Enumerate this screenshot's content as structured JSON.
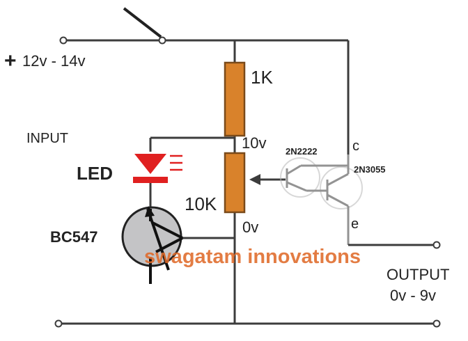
{
  "labels": {
    "supply": "+12v - 14v",
    "input": "INPUT",
    "led": "LED",
    "bc547": "BC547",
    "r1k": "1K",
    "r10k": "10K",
    "v10": "10v",
    "v0": "0v",
    "t2n2222": "2N2222",
    "t2n3055": "2N3055",
    "collector": "c",
    "emitter": "e",
    "output": "OUTPUT",
    "output_range": "0v - 9v",
    "watermark": "swagatam innovations"
  },
  "colors": {
    "wire": "#3c3c3c",
    "resistor": "#d9822b",
    "resistor_border": "#7a4a1a",
    "led": "#e02020",
    "transistor_fill": "#c4c4c6",
    "faded_circle": "#b8b8b8",
    "watermark": "#e06a2a",
    "text": "#222222"
  }
}
